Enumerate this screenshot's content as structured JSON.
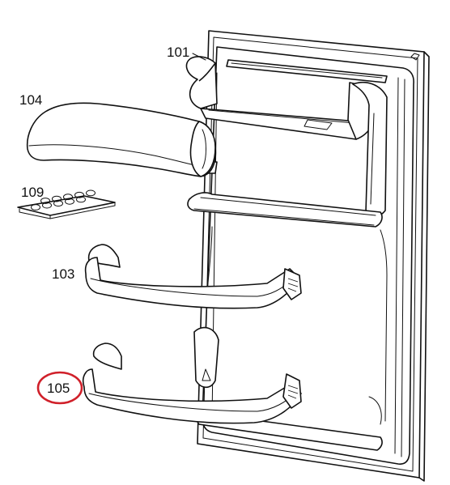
{
  "diagram": {
    "part_labels": [
      {
        "id": "door",
        "text": "101"
      },
      {
        "id": "butter-cover",
        "text": "104"
      },
      {
        "id": "egg-tray",
        "text": "109"
      },
      {
        "id": "middle-shelf",
        "text": "103"
      },
      {
        "id": "bottom-shelf",
        "text": "105"
      }
    ],
    "highlighted_part": "105",
    "highlight_color": "#d0202a"
  }
}
